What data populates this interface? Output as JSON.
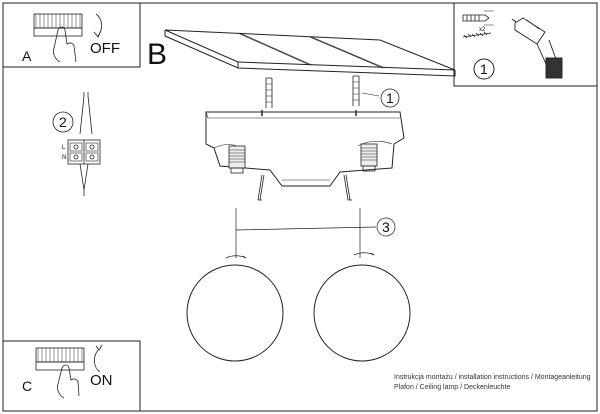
{
  "panels": {
    "a": {
      "letter": "A",
      "switch_label": "OFF"
    },
    "b": {
      "letter": "B"
    },
    "c": {
      "letter": "C",
      "switch_label": "ON"
    }
  },
  "steps": {
    "one": "1",
    "two": "2",
    "three": "3",
    "tools_badge": "1",
    "anchor_count": "x2"
  },
  "connector": {
    "terminal_l": "L",
    "terminal_n": "N"
  },
  "caption": {
    "line1": "Instrukcja montażu / installation instructions / Montageanleitung",
    "line2": "Plafon / Ceiling lamp / Deckenleuchte"
  }
}
